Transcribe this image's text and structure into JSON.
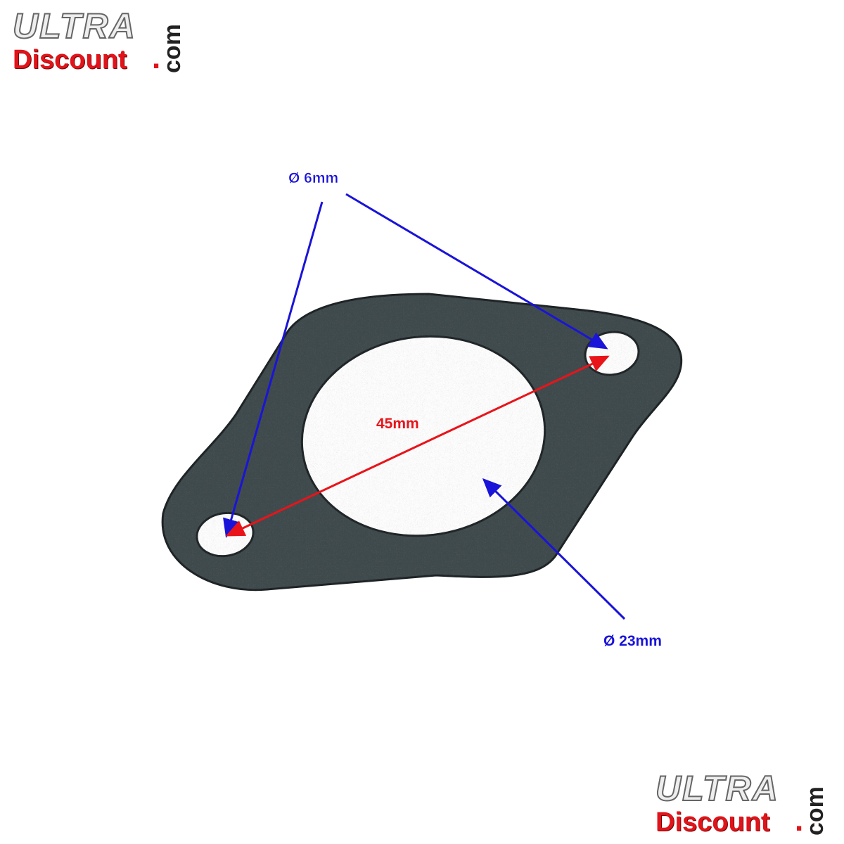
{
  "logo": {
    "ultra": "ULTRA",
    "discount": "Discount",
    "dot": ".",
    "com": "com"
  },
  "annotations": {
    "bolt_hole": "Ø 6mm",
    "center_distance": "45mm",
    "center_hole": "Ø 23mm"
  },
  "colors": {
    "blue": "#1a14d8",
    "red": "#e8141a",
    "gasket": "#3d484b"
  }
}
